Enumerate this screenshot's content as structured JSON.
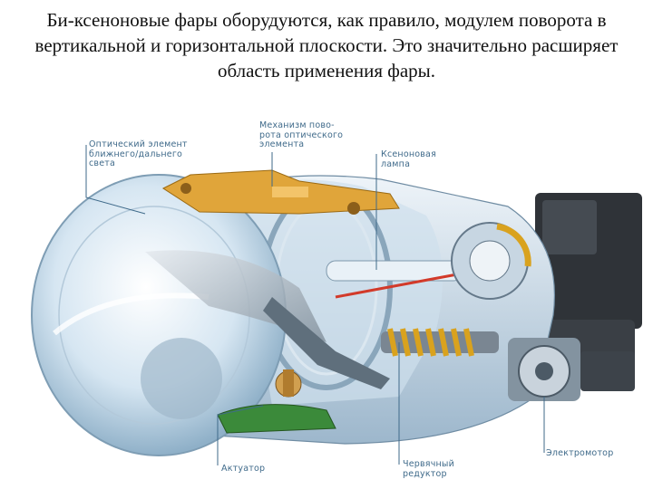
{
  "slide": {
    "text": "Би-ксеноновые фары оборудуются, как правило, модулем поворота в вертикальной и горизонтальной плоскости. Это значительно расширяет область применения фары."
  },
  "diagram": {
    "labels": {
      "optical_element": "Оптический элемент\nближнего/дальнего\nсвета",
      "swivel_mechanism": "Механизм пово-\nрота оптического\nэлемента",
      "xenon_lamp": "Ксеноновая\nлампа",
      "actuator": "Актуатор",
      "worm_gear": "Червячный\nредуктор",
      "electric_motor": "Электромотор"
    },
    "colors": {
      "callout": "#3f6a8a",
      "bracket": "#e0a53a",
      "spring": "#d9a21e",
      "board": "#3b8a3a",
      "housing": "#b9cfe0"
    }
  }
}
